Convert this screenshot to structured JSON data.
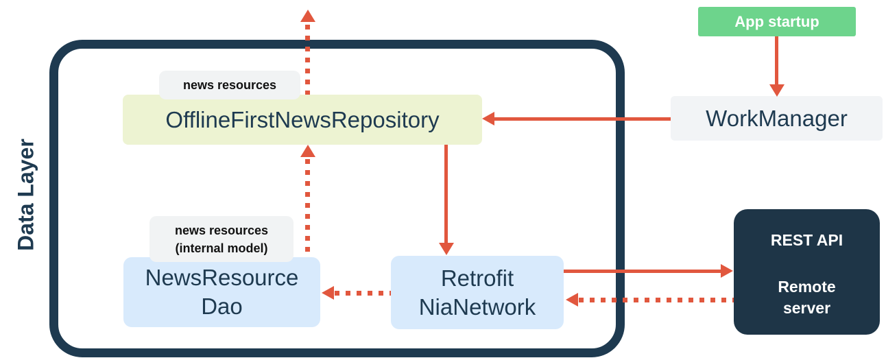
{
  "container": {
    "label": "Data Layer"
  },
  "nodes": {
    "repository": {
      "label": "OfflineFirstNewsRepository"
    },
    "repository_tag": {
      "label": "news resources"
    },
    "dao": {
      "line1": "NewsResource",
      "line2": "Dao"
    },
    "dao_tag": {
      "line1": "news resources",
      "line2": "(internal model)"
    },
    "network": {
      "line1": "Retrofit",
      "line2": "NiaNetwork"
    },
    "workmanager": {
      "label": "WorkManager"
    },
    "app_startup": {
      "label": "App startup"
    },
    "remote_server": {
      "title": "REST API",
      "line1": "Remote",
      "line2": "server"
    }
  },
  "colors": {
    "arrow": "#e1573e",
    "navy": "#1e3a50",
    "repository_fill": "#edf3d2",
    "blue_fill": "#d8eafc",
    "tag_fill": "#f1f3f4",
    "workmanager_fill": "#f2f4f6",
    "green_fill": "#6dd48c",
    "remote_fill": "#1e3547"
  }
}
